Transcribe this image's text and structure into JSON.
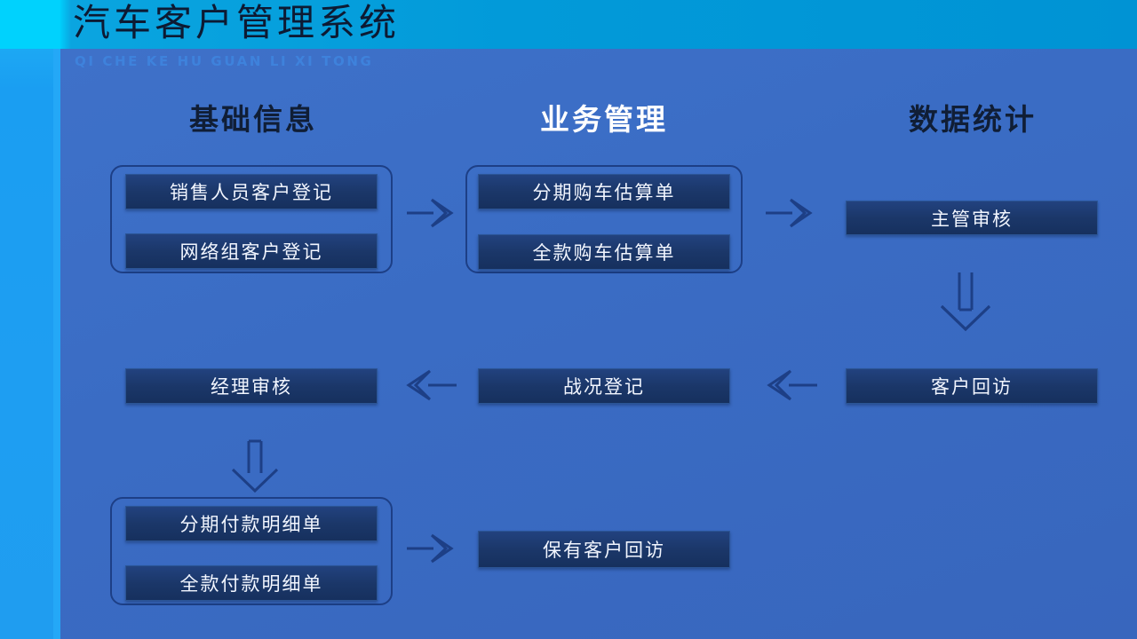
{
  "header": {
    "title": "汽车客户管理系统",
    "subtitle": "QI CHE KE HU GUAN LI XI TONG",
    "accent_cyan": "#00d2fd",
    "accent_blue": "#0093d4"
  },
  "theme": {
    "background": "#3a6cc4",
    "node_fill": "#1b3769",
    "node_border": "#2b5596",
    "group_border": "#1d3f86",
    "arrow_color": "#1d3f86",
    "text_light": "#f2f6ff",
    "text_dark": "#101e36"
  },
  "columns": [
    {
      "label": "基础信息",
      "style": "dark"
    },
    {
      "label": "业务管理",
      "style": "light"
    },
    {
      "label": "数据统计",
      "style": "dark"
    }
  ],
  "nodes": {
    "sales_registration": "销售人员客户登记",
    "netgroup_registration": "网络组客户登记",
    "installment_estimate": "分期购车估算单",
    "full_payment_estimate": "全款购车估算单",
    "supervisor_review": "主管审核",
    "manager_review": "经理审核",
    "battle_registration": "战况登记",
    "customer_visit": "客户回访",
    "installment_detail": "分期付款明细单",
    "full_payment_detail": "全款付款明细单",
    "retained_customer_visit": "保有客户回访"
  },
  "arrows": [
    {
      "name": "basic-to-business",
      "direction": "right"
    },
    {
      "name": "business-to-supervisor",
      "direction": "right"
    },
    {
      "name": "supervisor-to-visit",
      "direction": "down"
    },
    {
      "name": "battle-to-manager",
      "direction": "left"
    },
    {
      "name": "visit-to-battle",
      "direction": "left"
    },
    {
      "name": "manager-to-payment",
      "direction": "down"
    },
    {
      "name": "payment-to-retained-visit",
      "direction": "right"
    }
  ]
}
